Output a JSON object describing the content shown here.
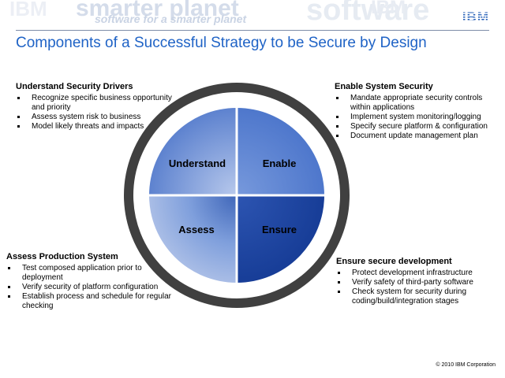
{
  "header": {
    "brand": "IBM",
    "banner_words": [
      "smarter planet",
      "software for a smarter planet",
      "software",
      "IBM"
    ]
  },
  "title": "Components of a Successful Strategy to be Secure by Design",
  "quadrants": {
    "understand": "Understand",
    "enable": "Enable",
    "assess": "Assess",
    "ensure": "Ensure"
  },
  "sections": {
    "understand": {
      "heading": "Understand Security Drivers",
      "items": [
        "Recognize specific business opportunity and priority",
        "Assess system risk to business",
        "Model likely threats and impacts"
      ]
    },
    "enable": {
      "heading": "Enable System Security",
      "items": [
        "Mandate appropriate security controls within applications",
        "Implement system monitoring/logging",
        "Specify secure platform & configuration",
        "Document update management plan"
      ]
    },
    "assess": {
      "heading": "Assess Production  System",
      "items": [
        "Test composed application prior to deployment",
        "Verify security of platform configuration",
        "Establish process and schedule for regular checking"
      ]
    },
    "ensure": {
      "heading": "Ensure secure development",
      "items": [
        "Protect development infrastructure",
        "Verify safety of third-party software",
        "Check system for security during coding/build/integration stages"
      ]
    }
  },
  "footer": {
    "copyright": "© 2010 IBM Corporation"
  },
  "colors": {
    "title": "#1f63c6",
    "ring": "#404040",
    "quadrant_light": "#a9bde6",
    "quadrant_mid": "#5f83d0",
    "quadrant_dark": "#1e4aab"
  }
}
